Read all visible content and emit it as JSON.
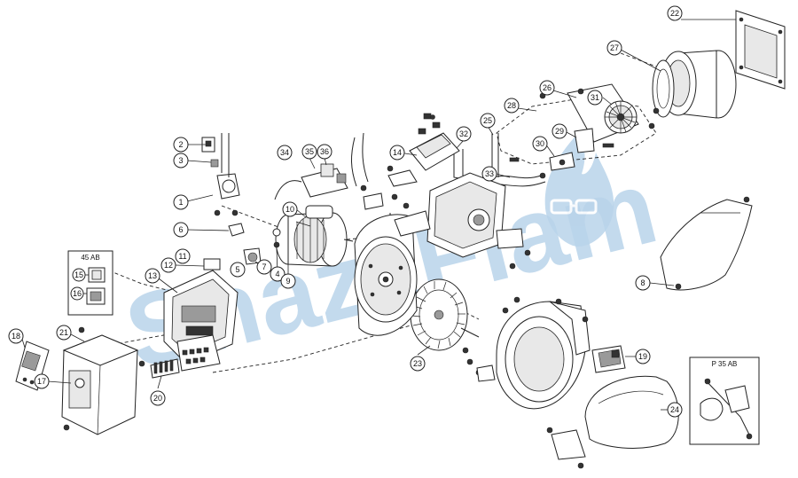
{
  "watermark": {
    "text": "SnazzFlam",
    "color": "#b9d4ea"
  },
  "inset_boxes": {
    "left_label": "45 AB",
    "right_label": "P 35 AB"
  },
  "callouts": [
    {
      "id": "c1",
      "label": "1"
    },
    {
      "id": "c2",
      "label": "2"
    },
    {
      "id": "c3",
      "label": "3"
    },
    {
      "id": "c4",
      "label": "4"
    },
    {
      "id": "c5",
      "label": "5"
    },
    {
      "id": "c6",
      "label": "6"
    },
    {
      "id": "c7",
      "label": "7"
    },
    {
      "id": "c8",
      "label": "8"
    },
    {
      "id": "c9",
      "label": "9"
    },
    {
      "id": "c10",
      "label": "10"
    },
    {
      "id": "c11",
      "label": "11"
    },
    {
      "id": "c12",
      "label": "12"
    },
    {
      "id": "c13",
      "label": "13"
    },
    {
      "id": "c14",
      "label": "14"
    },
    {
      "id": "c15",
      "label": "15"
    },
    {
      "id": "c16",
      "label": "16"
    },
    {
      "id": "c17",
      "label": "17"
    },
    {
      "id": "c18",
      "label": "18"
    },
    {
      "id": "c19",
      "label": "19"
    },
    {
      "id": "c20",
      "label": "20"
    },
    {
      "id": "c21",
      "label": "21"
    },
    {
      "id": "c22",
      "label": "22"
    },
    {
      "id": "c23",
      "label": "23"
    },
    {
      "id": "c24",
      "label": "24"
    },
    {
      "id": "c25",
      "label": "25"
    },
    {
      "id": "c26",
      "label": "26"
    },
    {
      "id": "c27",
      "label": "27"
    },
    {
      "id": "c28",
      "label": "28"
    },
    {
      "id": "c29",
      "label": "29"
    },
    {
      "id": "c30",
      "label": "30"
    },
    {
      "id": "c31",
      "label": "31"
    },
    {
      "id": "c32",
      "label": "32"
    },
    {
      "id": "c33",
      "label": "33"
    },
    {
      "id": "c34",
      "label": "34"
    },
    {
      "id": "c35",
      "label": "35"
    },
    {
      "id": "c36",
      "label": "36"
    }
  ]
}
